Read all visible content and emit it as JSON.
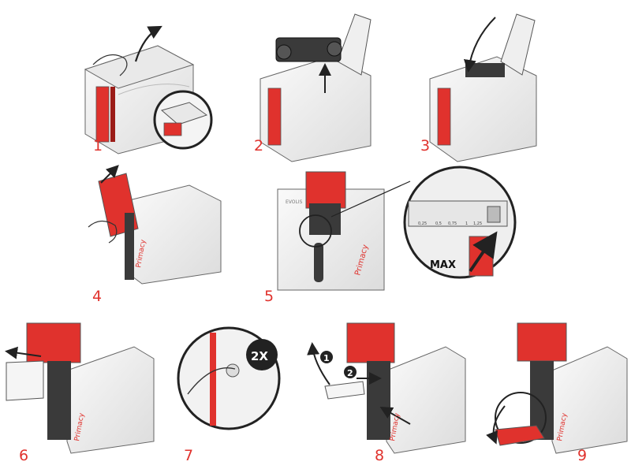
{
  "steps": [
    {
      "number": "1"
    },
    {
      "number": "2"
    },
    {
      "number": "3"
    },
    {
      "number": "4"
    },
    {
      "number": "5"
    },
    {
      "number": "6"
    },
    {
      "number": "7"
    },
    {
      "number": "8"
    },
    {
      "number": "9"
    }
  ],
  "labels": {
    "brand": "Primacy",
    "logo": "EVOLIS",
    "max_label": "MAX",
    "times_badge": "2X",
    "marker_1": "1",
    "marker_2": "2",
    "gauge_ticks": [
      "0,25",
      "0,5",
      "0,75",
      "1",
      "1,25"
    ]
  },
  "colors": {
    "accent": "#e0322d",
    "body": "#f2f2f2",
    "outline": "#555555",
    "dark": "#2b2b2b"
  }
}
